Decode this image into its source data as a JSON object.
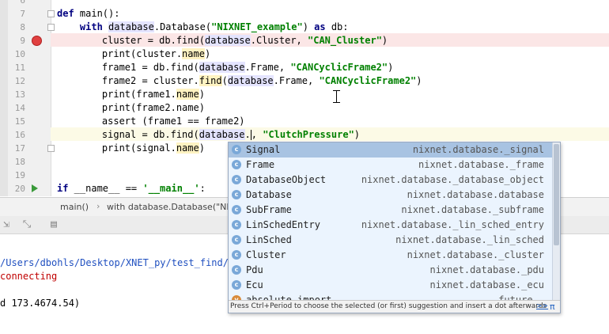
{
  "editor": {
    "line_numbers": [
      "6",
      "7",
      "8",
      "9",
      "10",
      "11",
      "12",
      "13",
      "14",
      "15",
      "16",
      "17",
      "18",
      "19",
      "20"
    ],
    "code": {
      "l7": {
        "kw": "def",
        "rest": " main():"
      },
      "l8": {
        "kw1": "with",
        "a": " ",
        "hl": "database",
        "b": ".Database(",
        "str": "\"NIXNET_example\"",
        "c": ") ",
        "kw2": "as",
        "d": " db:"
      },
      "l9": {
        "a": "    cluster = db.find(",
        "hl": "database",
        "b": ".Cluster, ",
        "str": "\"CAN_Cluster\"",
        "c": ")"
      },
      "l10": {
        "a": "    print(cluster.",
        "hl": "name",
        "b": ")"
      },
      "l11": {
        "a": "    frame1 = db.find(",
        "hl": "database",
        "b": ".Frame, ",
        "str": "\"CANCyclicFrame2\"",
        "c": ")"
      },
      "l12": {
        "a": "    frame2 = cluster.",
        "hl": "find",
        "b": "(",
        "hl2": "database",
        "c": ".Frame, ",
        "str": "\"CANCyclicFrame2\"",
        "d": ")"
      },
      "l13": {
        "a": "    print(frame1.",
        "hl": "name",
        "b": ")"
      },
      "l14": {
        "a": "    print(frame2.name)"
      },
      "l15": {
        "a": "    assert (frame1 == frame2)"
      },
      "l16": {
        "a": "    signal = db.find(",
        "hl": "database",
        "b": ".",
        "c": ", ",
        "str": "\"ClutchPressure\"",
        "d": ")"
      },
      "l17": {
        "a": "    print(signal.",
        "hl": "name",
        "b": ")"
      },
      "l20": {
        "kw": "if",
        "a": " __name__ == ",
        "str": "'__main__'",
        "b": ":"
      }
    }
  },
  "breadcrumb": {
    "items": [
      "main()",
      "with database.Database(\"NIXNET_example\") as db"
    ],
    "separator": "›"
  },
  "console": {
    "lines": [
      "/Users/dbohls/Desktop/XNET_py/test_find/te",
      "connecting",
      "",
      "d 173.4674.54)"
    ],
    "colors": {
      "path": "#2050c0",
      "error": "#c00000",
      "normal": "#000000"
    }
  },
  "completion": {
    "items": [
      {
        "icon": "c",
        "name": "Signal",
        "type": "nixnet.database._signal",
        "selected": true
      },
      {
        "icon": "c",
        "name": "Frame",
        "type": "nixnet.database._frame"
      },
      {
        "icon": "c",
        "name": "DatabaseObject",
        "type": "nixnet.database._database_object"
      },
      {
        "icon": "c",
        "name": "Database",
        "type": "nixnet.database.database"
      },
      {
        "icon": "c",
        "name": "SubFrame",
        "type": "nixnet.database._subframe"
      },
      {
        "icon": "c",
        "name": "LinSchedEntry",
        "type": "nixnet.database._lin_sched_entry"
      },
      {
        "icon": "c",
        "name": "LinSched",
        "type": "nixnet.database._lin_sched"
      },
      {
        "icon": "c",
        "name": "Cluster",
        "type": "nixnet.database._cluster"
      },
      {
        "icon": "c",
        "name": "Pdu",
        "type": "nixnet.database._pdu"
      },
      {
        "icon": "c",
        "name": "Ecu",
        "type": "nixnet.database._ecu"
      },
      {
        "icon": "v",
        "name": "absolute_import",
        "type": "__future__"
      }
    ],
    "hint": "Press Ctrl+Period to choose the selected (or first) suggestion and insert a dot afterwards",
    "hint_link": ">>",
    "hint_pi": "π"
  },
  "colors": {
    "keyword": "#000080",
    "string": "#008000",
    "breakpoint": "#e04040",
    "selection": "#a8c3e2",
    "popup_bg": "#ebf4fe"
  }
}
